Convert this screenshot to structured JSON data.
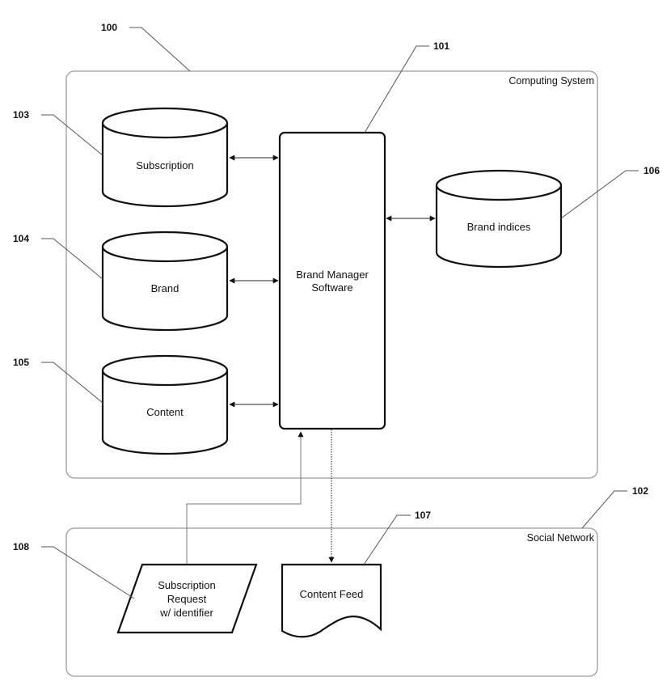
{
  "regions": {
    "computing_system": {
      "title": "Computing System",
      "ref": "100"
    },
    "social_network": {
      "title": "Social Network",
      "ref": "102"
    }
  },
  "nodes": {
    "brand_manager": {
      "line1": "Brand Manager",
      "line2": "Software",
      "ref": "101"
    },
    "subscription_db": {
      "label": "Subscription",
      "ref": "103"
    },
    "brand_db": {
      "label": "Brand",
      "ref": "104"
    },
    "content_db": {
      "label": "Content",
      "ref": "105"
    },
    "brand_indices_db": {
      "label": "Brand indices",
      "ref": "106"
    },
    "content_feed": {
      "label": "Content Feed",
      "ref": "107"
    },
    "subscription_request": {
      "line1": "Subscription",
      "line2": "Request",
      "line3": "w/ identifier",
      "ref": "108"
    }
  },
  "colors": {
    "stroke": "#111111",
    "region_border": "#9a9a9a",
    "background": "#ffffff"
  }
}
